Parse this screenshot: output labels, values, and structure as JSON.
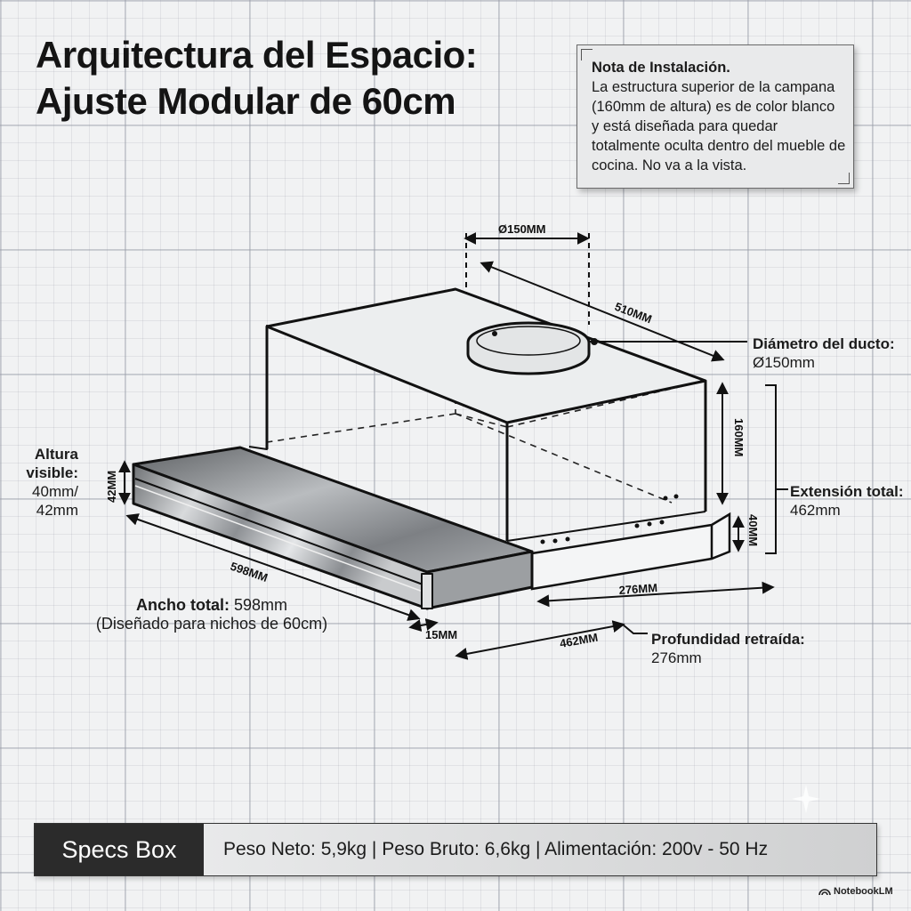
{
  "title": {
    "line1": "Arquitectura del Espacio:",
    "line2": "Ajuste Modular de 60cm"
  },
  "note": {
    "title": "Nota de Instalación.",
    "body": "La estructura superior de la campana (160mm de altura) es de color blanco y está diseñada para quedar totalmente oculta dentro del mueble de cocina. No va a la vista."
  },
  "dimensions": {
    "duct_dim": "Ø150MM",
    "depth_510": "510MM",
    "height_160": "160MM",
    "height_40": "40MM",
    "height_42": "42MM",
    "width_598": "598MM",
    "tray_15": "15MM",
    "extension_462": "462MM",
    "retracted_276": "276MM"
  },
  "callouts": {
    "duct": {
      "label": "Diámetro del ducto:",
      "value": "Ø150mm"
    },
    "extension": {
      "label": "Extensión total:",
      "value": "462mm"
    },
    "visible_height": {
      "label_line1": "Altura",
      "label_line2": "visible:",
      "value_line1": "40mm/",
      "value_line2": "42mm"
    },
    "width": {
      "label": "Ancho total:",
      "value": "598mm",
      "note": "(Diseñado para nichos de 60cm)"
    },
    "retracted": {
      "label": "Profundidad retraída:",
      "value": "276mm"
    }
  },
  "specs": {
    "label": "Specs Box",
    "text": "Peso Neto: 5,9kg | Peso Bruto: 6,6kg | Alimentación: 200v - 50 Hz"
  },
  "watermark": "NotebookLM",
  "colors": {
    "background": "#f1f2f3",
    "specs_label_bg": "#2b2b2b",
    "line": "#111111"
  }
}
